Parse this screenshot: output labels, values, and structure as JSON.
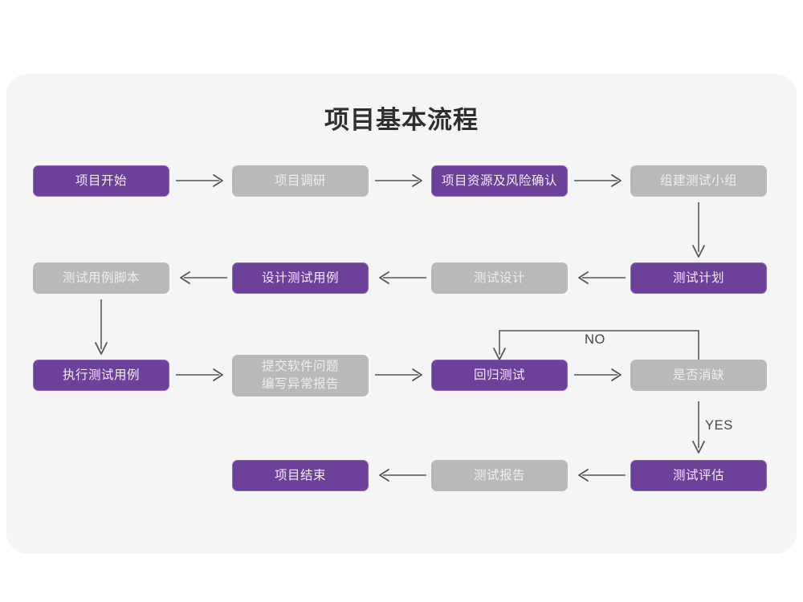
{
  "chart_data": {
    "type": "diagram",
    "title": "项目基本流程",
    "diagram_kind": "flowchart",
    "colors": {
      "background": "#ffffff",
      "card": "#f5f5f6",
      "active_node": "#6b4199",
      "active_node_border": "#8d63b7",
      "active_node_text": "#f3eef8",
      "inactive_node": "#b9b9b9",
      "inactive_node_text": "#eeeeee",
      "connector": "#55555a",
      "title_text": "#2f2f2f"
    },
    "nodes": [
      {
        "id": "n1",
        "label": "项目开始",
        "state": "active",
        "row": 1,
        "col": 1
      },
      {
        "id": "n2",
        "label": "项目调研",
        "state": "inactive",
        "row": 1,
        "col": 2
      },
      {
        "id": "n3",
        "label": "项目资源及风险确认",
        "state": "active",
        "row": 1,
        "col": 3
      },
      {
        "id": "n4",
        "label": "组建测试小组",
        "state": "inactive",
        "row": 1,
        "col": 4
      },
      {
        "id": "n5",
        "label": "测试用例脚本",
        "state": "inactive",
        "row": 2,
        "col": 1
      },
      {
        "id": "n6",
        "label": "设计测试用例",
        "state": "active",
        "row": 2,
        "col": 2
      },
      {
        "id": "n7",
        "label": "测试设计",
        "state": "inactive",
        "row": 2,
        "col": 3
      },
      {
        "id": "n8",
        "label": "测试计划",
        "state": "active",
        "row": 2,
        "col": 4
      },
      {
        "id": "n9",
        "label": "执行测试用例",
        "state": "active",
        "row": 3,
        "col": 1
      },
      {
        "id": "n10",
        "label": "提交软件问题\n编写异常报告",
        "state": "inactive",
        "row": 3,
        "col": 2
      },
      {
        "id": "n11",
        "label": "回归测试",
        "state": "active",
        "row": 3,
        "col": 3
      },
      {
        "id": "n12",
        "label": "是否消缺",
        "state": "inactive",
        "row": 3,
        "col": 4
      },
      {
        "id": "n13",
        "label": "项目结束",
        "state": "active",
        "row": 4,
        "col": 2
      },
      {
        "id": "n14",
        "label": "测试报告",
        "state": "inactive",
        "row": 4,
        "col": 3
      },
      {
        "id": "n15",
        "label": "测试评估",
        "state": "active",
        "row": 4,
        "col": 4
      }
    ],
    "edges": [
      {
        "from": "n1",
        "to": "n2",
        "direction": "right",
        "label": ""
      },
      {
        "from": "n2",
        "to": "n3",
        "direction": "right",
        "label": ""
      },
      {
        "from": "n3",
        "to": "n4",
        "direction": "right",
        "label": ""
      },
      {
        "from": "n4",
        "to": "n8",
        "direction": "down",
        "label": ""
      },
      {
        "from": "n8",
        "to": "n7",
        "direction": "left",
        "label": ""
      },
      {
        "from": "n7",
        "to": "n6",
        "direction": "left",
        "label": ""
      },
      {
        "from": "n6",
        "to": "n5",
        "direction": "left",
        "label": ""
      },
      {
        "from": "n5",
        "to": "n9",
        "direction": "down",
        "label": ""
      },
      {
        "from": "n9",
        "to": "n10",
        "direction": "right",
        "label": ""
      },
      {
        "from": "n10",
        "to": "n11",
        "direction": "right",
        "label": ""
      },
      {
        "from": "n11",
        "to": "n12",
        "direction": "right",
        "label": ""
      },
      {
        "from": "n12",
        "to": "n11",
        "direction": "loop-up-left",
        "label": "NO"
      },
      {
        "from": "n12",
        "to": "n15",
        "direction": "down",
        "label": "YES"
      },
      {
        "from": "n15",
        "to": "n14",
        "direction": "left",
        "label": ""
      },
      {
        "from": "n14",
        "to": "n13",
        "direction": "left",
        "label": ""
      }
    ],
    "branch_labels": [
      "NO",
      "YES"
    ]
  }
}
